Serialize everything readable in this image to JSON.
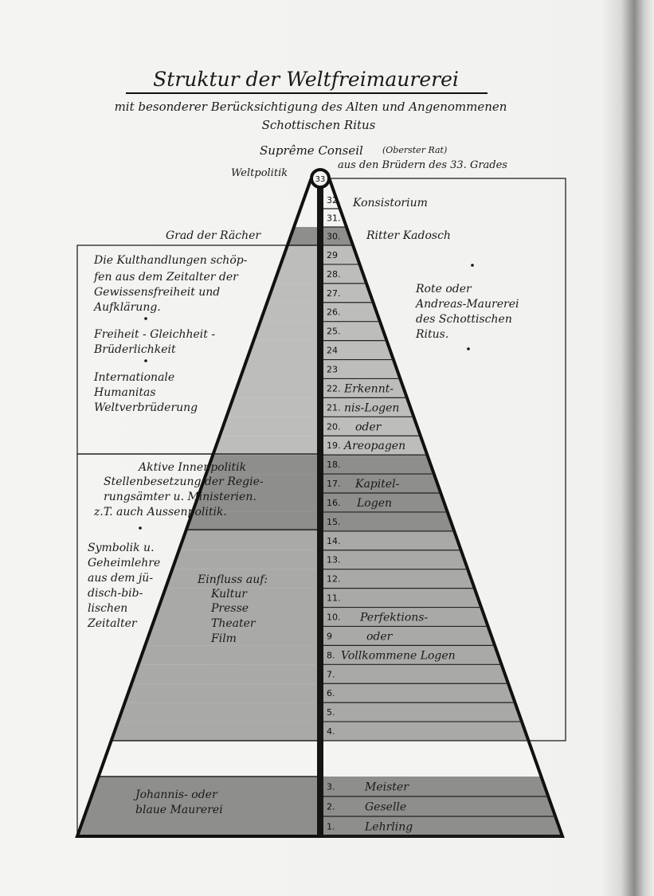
{
  "title": "Struktur der Weltfreimaurerei",
  "subtitle_lines": [
    "mit besonderer Berücksichtigung des Alten und Angenommenen",
    "Schottischen Ritus"
  ],
  "supreme_conseil": "Suprême Conseil",
  "oberster_rat": "(Oberster Rat)",
  "brothers_33": "aus den Brüdern des 33. Grades",
  "weltpolitik": "Weltpolitik",
  "apex_degree": "33",
  "konsistorium": "Konsistorium",
  "grad_der_raecher": "Grad der Rächer",
  "ritter_kadosch": "Ritter Kadosch",
  "left_upper": {
    "block1": [
      "Die Kulthandlungen schöp-",
      "fen aus dem Zeitalter der",
      "Gewissensfreiheit und",
      "Aufklärung."
    ],
    "block2": [
      "Freiheit - Gleichheit -",
      "Brüderlichkeit"
    ],
    "block3": [
      "Internationale",
      "Humanitas",
      "Weltverbrüderung"
    ]
  },
  "left_middle": [
    "Aktive Innenpolitik",
    "Stellenbesetzung der Regie-",
    "rungsämter u. Ministerien.",
    "z.T. auch Aussenpolitik."
  ],
  "symbolik": [
    "Symbolik u.",
    "Geheimlehre",
    "aus dem jü-",
    "disch-bib-",
    "lischen",
    "Zeitalter"
  ],
  "einfluss": [
    "Einfluss auf:",
    "Kultur",
    "Presse",
    "Theater",
    "Film"
  ],
  "rote_maurerei": [
    "Rote oder",
    "Andreas-Maurerei",
    "des Schottischen",
    "Ritus."
  ],
  "johannis": [
    "Johannis- oder",
    "blaue Maurerei"
  ],
  "degrees": [
    {
      "label": "32.",
      "text": ""
    },
    {
      "label": "31.",
      "text": ""
    },
    {
      "label": "30.",
      "text": ""
    },
    {
      "label": "29",
      "text": ""
    },
    {
      "label": "28.",
      "text": ""
    },
    {
      "label": "27.",
      "text": ""
    },
    {
      "label": "26.",
      "text": ""
    },
    {
      "label": "25.",
      "text": ""
    },
    {
      "label": "24",
      "text": ""
    },
    {
      "label": "23",
      "text": ""
    },
    {
      "label": "22.",
      "text": "Erkennt-"
    },
    {
      "label": "21.",
      "text": "nis-Logen"
    },
    {
      "label": "20.",
      "text": "oder"
    },
    {
      "label": "19.",
      "text": "Areopagen"
    },
    {
      "label": "18.",
      "text": ""
    },
    {
      "label": "17.",
      "text": "Kapitel-"
    },
    {
      "label": "16.",
      "text": "Logen"
    },
    {
      "label": "15.",
      "text": ""
    },
    {
      "label": "14.",
      "text": ""
    },
    {
      "label": "13.",
      "text": ""
    },
    {
      "label": "12.",
      "text": ""
    },
    {
      "label": "11.",
      "text": ""
    },
    {
      "label": "10.",
      "text": "Perfektions-"
    },
    {
      "label": "9",
      "text": "oder"
    },
    {
      "label": "8.",
      "text": "Vollkommene Logen"
    },
    {
      "label": "7.",
      "text": ""
    },
    {
      "label": "6.",
      "text": ""
    },
    {
      "label": "5.",
      "text": ""
    },
    {
      "label": "4.",
      "text": ""
    },
    {
      "label": "3.",
      "text": "Meister"
    },
    {
      "label": "2.",
      "text": "Geselle"
    },
    {
      "label": "1.",
      "text": "Lehrling"
    }
  ],
  "colors": {
    "dark_band": "#8e8e8c",
    "light_band": "#bdbdbb",
    "mid_band": "#a9a9a7",
    "ink": "#111111"
  }
}
